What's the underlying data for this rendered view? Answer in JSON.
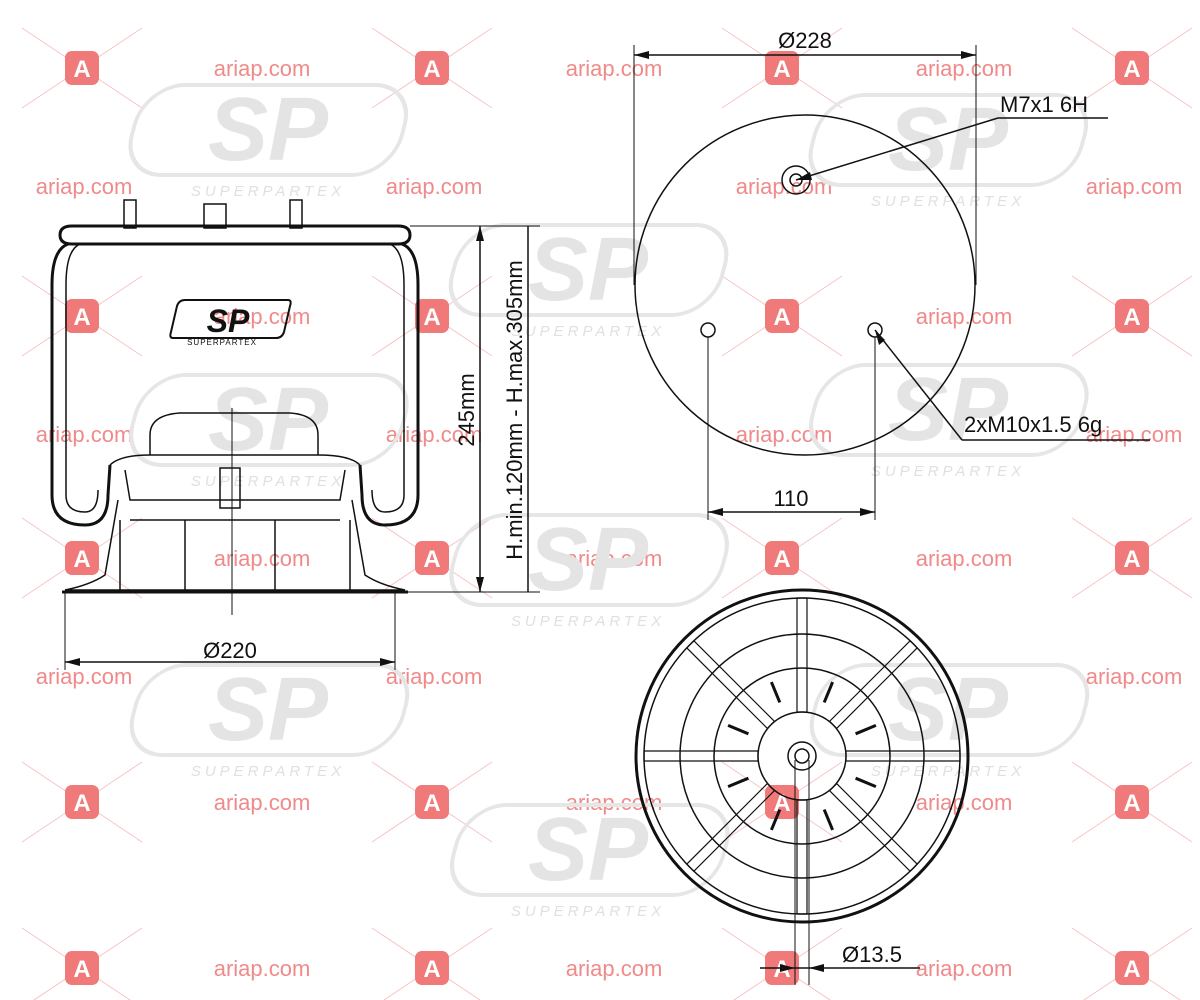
{
  "watermark": {
    "url_text": "ariap.com",
    "badge_letter": "A",
    "logo_text": "SP",
    "logo_subtext": "SUPERPARTEX",
    "badge_color": "#f07a7a",
    "url_color": "#f08a8a"
  },
  "product_logo": {
    "text": "SP",
    "subtext": "SUPERPARTEX"
  },
  "dimensions": {
    "top_diameter": "Ø228",
    "thread_center": "M7x1 6H",
    "thread_side": "2xM10x1.5 6g",
    "stud_spacing": "110",
    "base_diameter": "Ø220",
    "height_nominal": "245mm",
    "height_range": "H.min.120mm - H.max.305mm",
    "bottom_hole": "Ø13.5"
  }
}
